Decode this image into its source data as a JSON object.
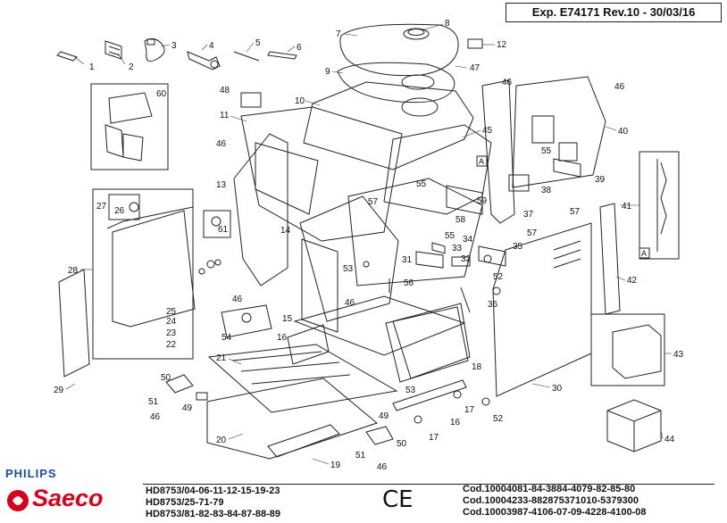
{
  "header": {
    "exp_label": "Exp. E74171 Rev.10 - 30/03/16"
  },
  "callouts": [
    "1",
    "2",
    "3",
    "4",
    "5",
    "6",
    "7",
    "8",
    "9",
    "10",
    "11",
    "12",
    "13",
    "14",
    "15",
    "16",
    "17",
    "18",
    "19",
    "20",
    "21",
    "22",
    "23",
    "24",
    "25",
    "26",
    "27",
    "28",
    "29",
    "30",
    "31",
    "32",
    "33",
    "34",
    "35",
    "36",
    "37",
    "38",
    "39",
    "40",
    "41",
    "42",
    "43",
    "44",
    "45",
    "46",
    "47",
    "48",
    "49",
    "50",
    "51",
    "52",
    "53",
    "54",
    "55",
    "56",
    "57",
    "58",
    "59",
    "60",
    "61"
  ],
  "section_marker": "A",
  "footer": {
    "brand_top": "PHILIPS",
    "brand_main": "Saeco",
    "models": [
      "HD8753/04-06-11-12-15-19-23",
      "HD8753/25-71-79",
      "HD8753/81-82-83-84-87-88-89"
    ],
    "ce_mark": "CE",
    "codes": [
      "Cod.10004081-84-3884-4079-82-85-80",
      "Cod.10004233-882875371010-5379300",
      "Cod.10003987-4106-07-09-4228-4100-08"
    ],
    "brand_color": "#d6001c",
    "philips_color": "#1a4fa0"
  }
}
